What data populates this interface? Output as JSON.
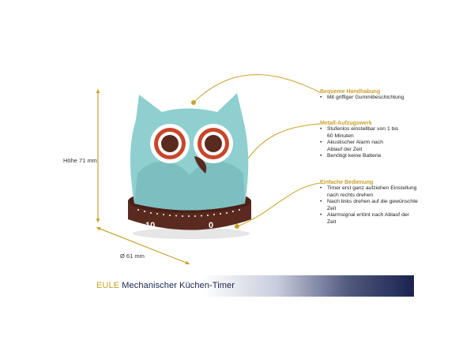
{
  "dimensions": {
    "height_label": "Höhe 71 mm",
    "diameter_label": "Ø 61 mm"
  },
  "dial": {
    "number_left": "10",
    "number_right": "0"
  },
  "features": [
    {
      "title": "Bequeme Handhabung",
      "bullets": [
        "Mit griffiger Gummibeschichtung"
      ]
    },
    {
      "title": "Metall-Aufzugswerk",
      "bullets": [
        "Stufenlos einstellbar von 1 bis 60 Minuten",
        "Akustischer Alarm nach Ablauf der Zeit",
        "Benötigt keine Batterie"
      ]
    },
    {
      "title": "Einfache Bedienung",
      "bullets": [
        "Timer erst ganz aufziehen Einstellung nach rechts drehen",
        "Nach links drehen auf die gewünschte Zeit",
        "Alarmsignal ertönt nach Ablauf der Zeit"
      ]
    }
  ],
  "product_title": {
    "accent": "EULE",
    "rest": "Mechanischer Küchen-Timer"
  },
  "colors": {
    "accent": "#c9a22a",
    "owl_body": "#8fcfcf",
    "owl_base": "#5a2a1e",
    "eye_ring": "#c8462a",
    "title_navy": "#1a2250"
  }
}
